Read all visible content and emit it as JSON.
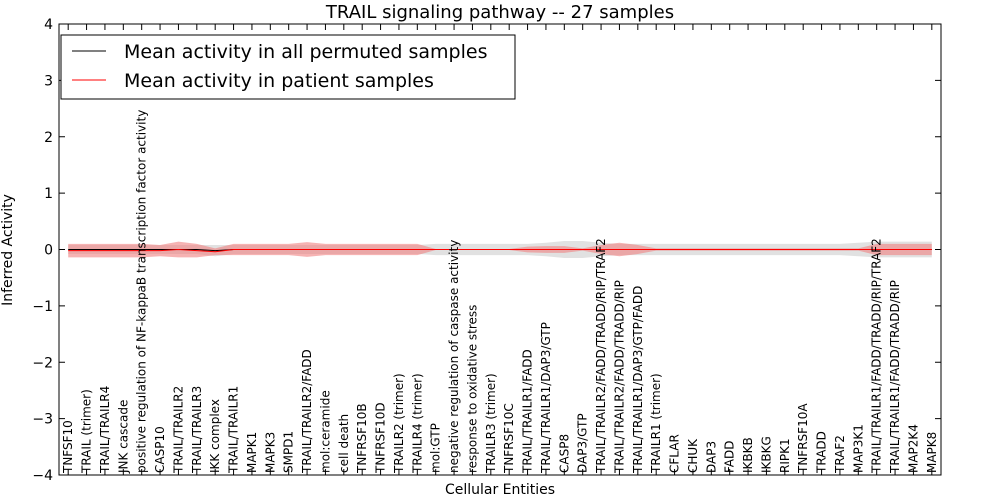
{
  "chart_data": {
    "type": "line",
    "title": "TRAIL signaling pathway -- 27 samples",
    "xlabel": "Cellular Entities",
    "ylabel": "Inferred Activity",
    "ylim": [
      -4,
      4
    ],
    "yticks": [
      "−4",
      "−3",
      "−2",
      "−1",
      "0",
      "1",
      "2",
      "3",
      "4"
    ],
    "legend_position": "top-left",
    "categories": [
      "TNFSF10",
      "TRAIL (trimer)",
      "TRAIL/TRAILR4",
      "JNK cascade",
      "positive regulation of NF-kappaB transcription factor activity",
      "CASP10",
      "TRAIL/TRAILR2",
      "TRAIL/TRAILR3",
      "IKK complex",
      "TRAIL/TRAILR1",
      "MAPK1",
      "MAPK3",
      "SMPD1",
      "TRAIL/TRAILR2/FADD",
      "mol:ceramide",
      "cell death",
      "TNFRSF10B",
      "TNFRSF10D",
      "TRAILR2 (trimer)",
      "TRAILR4 (trimer)",
      "mol:GTP",
      "negative regulation of caspase activity",
      "response to oxidative stress",
      "TRAILR3 (trimer)",
      "TNFRSF10C",
      "TRAIL/TRAILR1/FADD",
      "TRAIL/TRAILR1/DAP3/GTP",
      "CASP8",
      "DAP3/GTP",
      "TRAIL/TRAILR2/FADD/TRADD/RIP/TRAF2",
      "TRAIL/TRAILR2/FADD/TRADD/RIP",
      "TRAIL/TRAILR1/DAP3/GTP/FADD",
      "TRAILR1 (trimer)",
      "CFLAR",
      "CHUK",
      "DAP3",
      "FADD",
      "IKBKB",
      "IKBKG",
      "RIPK1",
      "TNFRSF10A",
      "TRADD",
      "TRAF2",
      "MAP3K1",
      "TRAIL/TRAILR1/FADD/TRADD/RIP/TRAF2",
      "TRAIL/TRAILR1/FADD/TRADD/RIP",
      "MAP2K4",
      "MAPK8"
    ],
    "series": [
      {
        "name": "Mean activity in all permuted samples",
        "color": "#000000",
        "band_color": "#c8c8c8",
        "values": [
          0,
          0,
          0,
          0,
          0,
          0,
          0,
          0,
          -0.02,
          0,
          0,
          0,
          0,
          0,
          0,
          0,
          0,
          0,
          0,
          0,
          0,
          0,
          0,
          0,
          0,
          0,
          0,
          0,
          0,
          0,
          0,
          0,
          0,
          0,
          0,
          0,
          0,
          0,
          0,
          0,
          0,
          0,
          0,
          0,
          0,
          0,
          0,
          0
        ],
        "band": [
          0.08,
          0.08,
          0.08,
          0.08,
          0.08,
          0.08,
          0.08,
          0.08,
          0.1,
          0.08,
          0.08,
          0.08,
          0.08,
          0.08,
          0.08,
          0.08,
          0.08,
          0.08,
          0.08,
          0.08,
          0.1,
          0.1,
          0.1,
          0.1,
          0.1,
          0.1,
          0.12,
          0.15,
          0.15,
          0.12,
          0.1,
          0.1,
          0.1,
          0.1,
          0.1,
          0.1,
          0.1,
          0.1,
          0.1,
          0.1,
          0.1,
          0.1,
          0.1,
          0.12,
          0.14,
          0.14,
          0.14,
          0.14
        ]
      },
      {
        "name": "Mean activity in patient samples",
        "color": "#ff0000",
        "band_color": "#f08080",
        "values": [
          -0.02,
          -0.02,
          -0.02,
          -0.02,
          -0.02,
          -0.02,
          0,
          -0.02,
          -0.04,
          0,
          0,
          0,
          0,
          0,
          0,
          0,
          0,
          0,
          0,
          0,
          0,
          0,
          0,
          0,
          0,
          0,
          0,
          0,
          0,
          0,
          0,
          0,
          0,
          0,
          0,
          0,
          0,
          0,
          0,
          0,
          0,
          0,
          0,
          0,
          0,
          0,
          0,
          0
        ],
        "band": [
          0.12,
          0.12,
          0.12,
          0.12,
          0.12,
          0.1,
          0.14,
          0.12,
          0.06,
          0.1,
          0.1,
          0.1,
          0.1,
          0.13,
          0.1,
          0.1,
          0.1,
          0.1,
          0.1,
          0.1,
          0.01,
          0.01,
          0.01,
          0.01,
          0.01,
          0.05,
          0.06,
          0.06,
          0.02,
          0.08,
          0.12,
          0.08,
          0.02,
          0.02,
          0.02,
          0.02,
          0.02,
          0.02,
          0.02,
          0.02,
          0.02,
          0.02,
          0.02,
          0.02,
          0.1,
          0.1,
          0.1,
          0.1
        ]
      }
    ]
  }
}
